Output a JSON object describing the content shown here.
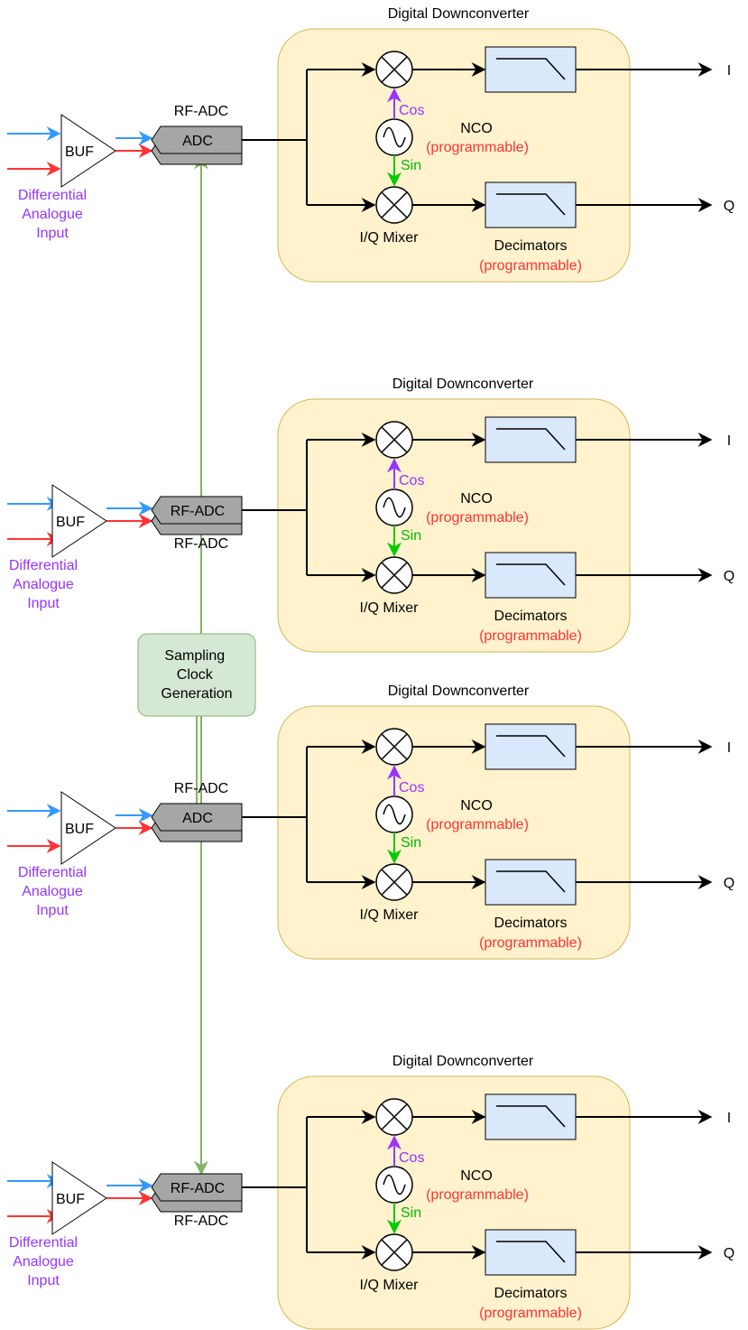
{
  "colors": {
    "ddc_fill": "#fff2cc",
    "ddc_stroke": "#d6b656",
    "filter_fill": "#dae8fc",
    "adc_fill": "#a6a6a6",
    "clock_fill": "#d5e8d4",
    "clock_stroke": "#82b366",
    "blue_input": "#3399ff",
    "red_input": "#ff3333",
    "cos_color": "#9933ff",
    "sin_color": "#00cc00",
    "nco_programmable": "#ff3333",
    "input_label": "#9933ff"
  },
  "icons": [
    "buffer-triangle-icon",
    "mixer-cross-icon",
    "sine-oscillator-icon",
    "lowpass-filter-icon",
    "arrow-head-icon"
  ],
  "sampling_clock": {
    "label_lines": [
      "Sampling",
      "Clock",
      "Generation"
    ]
  },
  "channels": [
    {
      "buffer_label": "BUF",
      "input_label_lines": [
        "Differential",
        "Analogue",
        "Input"
      ],
      "adc_box_label": "ADC",
      "adc_caption": "RF-ADC",
      "ddc": {
        "title": "Digital Downconverter",
        "cos_label": "Cos",
        "sin_label": "Sin",
        "nco_label": "NCO",
        "nco_sub": "(programmable)",
        "mixer_label": "I/Q Mixer",
        "decimator_label": "Decimators",
        "decimator_sub": "(programmable)",
        "output_i": "I",
        "output_q": "Q"
      }
    },
    {
      "buffer_label": "BUF",
      "input_label_lines": [
        "Differential",
        "Analogue",
        "Input"
      ],
      "adc_box_label": "RF-ADC",
      "adc_caption": "RF-ADC",
      "ddc": {
        "title": "Digital Downconverter",
        "cos_label": "Cos",
        "sin_label": "Sin",
        "nco_label": "NCO",
        "nco_sub": "(programmable)",
        "mixer_label": "I/Q Mixer",
        "decimator_label": "Decimators",
        "decimator_sub": "(programmable)",
        "output_i": "I",
        "output_q": "Q"
      }
    },
    {
      "buffer_label": "BUF",
      "input_label_lines": [
        "Differential",
        "Analogue",
        "Input"
      ],
      "adc_box_label": "ADC",
      "adc_caption": "RF-ADC",
      "ddc": {
        "title": "Digital Downconverter",
        "cos_label": "Cos",
        "sin_label": "Sin",
        "nco_label": "NCO",
        "nco_sub": "(programmable)",
        "mixer_label": "I/Q Mixer",
        "decimator_label": "Decimators",
        "decimator_sub": "(programmable)",
        "output_i": "I",
        "output_q": "Q"
      }
    },
    {
      "buffer_label": "BUF",
      "input_label_lines": [
        "Differential",
        "Analogue",
        "Input"
      ],
      "adc_box_label": "RF-ADC",
      "adc_caption": "RF-ADC",
      "ddc": {
        "title": "Digital Downconverter",
        "cos_label": "Cos",
        "sin_label": "Sin",
        "nco_label": "NCO",
        "nco_sub": "(programmable)",
        "mixer_label": "I/Q Mixer",
        "decimator_label": "Decimators",
        "decimator_sub": "(programmable)",
        "output_i": "I",
        "output_q": "Q"
      }
    }
  ]
}
